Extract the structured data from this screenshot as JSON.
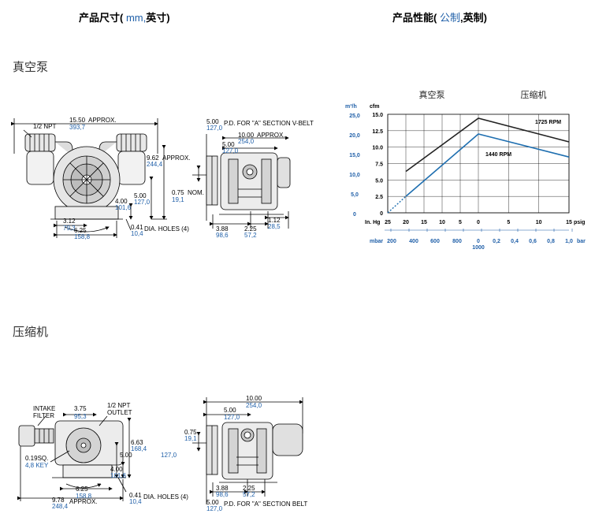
{
  "header": {
    "dims_prefix": "产品尺寸(",
    "dims_unit": "mm,",
    "dims_suffix": "英寸)",
    "perf_prefix": "产品性能(",
    "perf_unit": "公制",
    "perf_suffix": ",英制)"
  },
  "sections": {
    "vacuum": "真空泵",
    "compressor": "压缩机"
  },
  "vacuum_drawing": {
    "npt": "1/2 NPT",
    "approx": "APPROX.",
    "w_in": "15.50",
    "w_mm": "393,7",
    "h_in": "9.62",
    "h_mm": "244,4",
    "c1_in": "5.00",
    "c1_mm": "127,0",
    "c2_in": "4.00",
    "c2_mm": "101,6",
    "c3_in": "3.12",
    "c3_mm": "79,3",
    "c4_in": "6.25",
    "c4_mm": "158,8",
    "holes_in": "0.41",
    "holes_mm": "10,4",
    "holes_label": "DIA. HOLES (4)",
    "nom_in": "0.75",
    "nom_mm": "19,1",
    "nom_label": "NOM.",
    "pd_in": "5.00",
    "pd_mm": "127,0",
    "pd_label": "P.D. FOR \"A\" SECTION V-BELT",
    "s1_in": "5.00",
    "s1_mm": "127,0",
    "s2_in": "10.00",
    "s2_mm": "254,0",
    "s3_in": "3.88",
    "s3_mm": "98,6",
    "s4_in": "2.25",
    "s4_mm": "57,2",
    "s5_in": "1.12",
    "s5_mm": "28,5"
  },
  "compressor_drawing": {
    "intake": "INTAKE",
    "filter": "FILTER",
    "npt": "1/2 NPT",
    "outlet": "OUTLET",
    "a_in": "3.75",
    "a_mm": "95,3",
    "b_in": "6.63",
    "b_mm": "168,4",
    "c_in": "5.00",
    "c_mm": "127,0",
    "key_in": "0.19SQ.",
    "key_mm": "4,8 KEY",
    "d_in": "4.00",
    "d_mm": "101,6",
    "e_in": "6.25",
    "e_mm": "158,8",
    "f_in": "9.78",
    "f_mm": "248,4",
    "approx": "APPROX.",
    "holes_in": "0.41",
    "holes_mm": "10,4",
    "holes_label": "DIA. HOLES (4)",
    "g_in": "0.75",
    "g_mm": "19,1",
    "h_in": "10.00",
    "h_mm": "254,0",
    "i_in": "5.00",
    "i_mm": "127,0",
    "j_in": "3.88",
    "j_mm": "98,6",
    "k_in": "2.25",
    "k_mm": "57,2",
    "pd_in": "5.00",
    "pd_mm": "127,0",
    "pd_label": "P.D. FOR \"A\" SECTION BELT"
  },
  "chart_data": {
    "type": "line",
    "region_labels": [
      "真空泵",
      "压缩机"
    ],
    "y_left_unit": "m³/h",
    "y_left_ticks": [
      "25,0",
      "20,0",
      "15,0",
      "10,0",
      "5,0",
      "0"
    ],
    "y_right_unit": "cfm",
    "y_right_ticks": [
      "15.0",
      "12.5",
      "10.0",
      "7.5",
      "5.0",
      "2.5",
      "0"
    ],
    "ylim_cfm": [
      0,
      15
    ],
    "x_top_unit_left": "In. Hg",
    "x_top_unit_right": "psig",
    "x_top_ticks": [
      "25",
      "20",
      "15",
      "10",
      "5",
      "0",
      "5",
      "10",
      "15"
    ],
    "x_bottom_unit_left": "mbar",
    "x_bottom_unit_right": "bar",
    "x_bottom_ticks_vac": [
      "200",
      "400",
      "600",
      "800"
    ],
    "x_bottom_zero": "0",
    "x_bottom_zero_sub": "1000",
    "x_bottom_ticks_comp": [
      "0,2",
      "0,4",
      "0,6",
      "0,8",
      "1,0"
    ],
    "series": [
      {
        "name": "1725 RPM",
        "color": "#222222",
        "x": [
          -20,
          0,
          15
        ],
        "y": [
          6.3,
          14.4,
          10.8
        ]
      },
      {
        "name": "1440 RPM",
        "color": "#1f6fb0",
        "x": [
          -25,
          -20,
          0,
          15
        ],
        "y": [
          0,
          2.5,
          12.0,
          8.5
        ]
      }
    ]
  }
}
